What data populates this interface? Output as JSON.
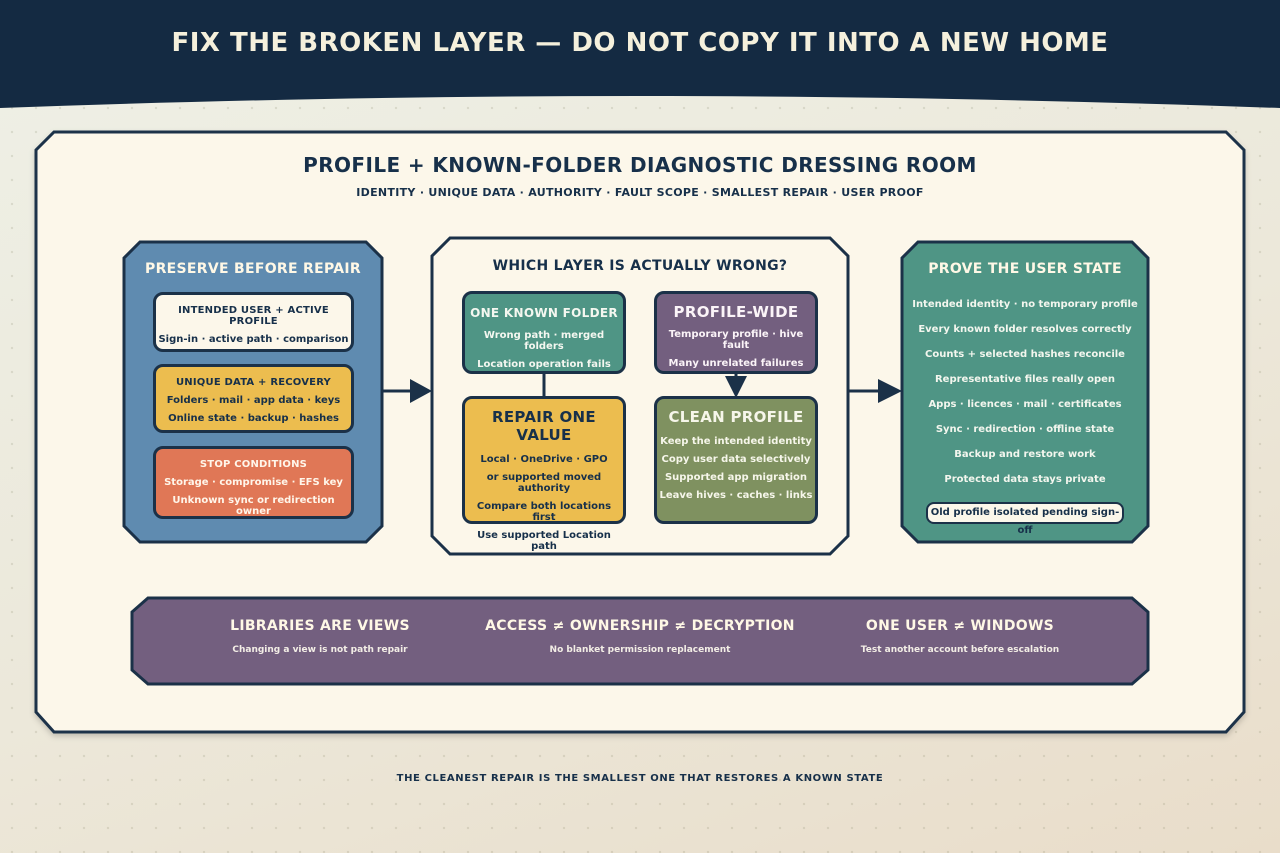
{
  "banner": {
    "title": "FIX THE BROKEN LAYER — DO NOT COPY IT INTO A NEW HOME"
  },
  "header": {
    "title": "PROFILE + KNOWN-FOLDER DIAGNOSTIC DRESSING ROOM",
    "subtitle": "IDENTITY · UNIQUE DATA · AUTHORITY · FAULT SCOPE · SMALLEST REPAIR · USER PROOF"
  },
  "left_panel": {
    "title": "PRESERVE BEFORE REPAIR",
    "boxes": [
      {
        "title": "INTENDED USER + ACTIVE PROFILE",
        "lines": [
          "Sign-in · active path · comparison"
        ]
      },
      {
        "title": "UNIQUE DATA + RECOVERY",
        "lines": [
          "Folders · mail · app data · keys",
          "Online state · backup · hashes"
        ]
      },
      {
        "title": "STOP CONDITIONS",
        "lines": [
          "Storage · compromise · EFS key",
          "Unknown sync or redirection owner"
        ]
      }
    ]
  },
  "middle_panel": {
    "title": "WHICH LAYER IS ACTUALLY WRONG?",
    "one_known_folder": {
      "title": "ONE KNOWN FOLDER",
      "lines": [
        "Wrong path · merged folders",
        "Location operation fails"
      ]
    },
    "profile_wide": {
      "title": "PROFILE-WIDE",
      "lines": [
        "Temporary profile · hive fault",
        "Many unrelated failures"
      ]
    },
    "repair_one_value": {
      "title": "REPAIR ONE VALUE",
      "lines": [
        "Local · OneDrive · GPO",
        "or supported moved authority",
        "Compare both locations first",
        "Use supported Location path"
      ]
    },
    "clean_profile": {
      "title": "CLEAN PROFILE",
      "lines": [
        "Keep the intended identity",
        "Copy user data selectively",
        "Supported app migration",
        "Leave hives · caches · links"
      ]
    }
  },
  "right_panel": {
    "title": "PROVE THE USER STATE",
    "lines": [
      "Intended identity · no temporary profile",
      "Every known folder resolves correctly",
      "Counts + selected hashes reconcile",
      "Representative files really open",
      "Apps · licences · mail · certificates",
      "Sync · redirection · offline state",
      "Backup and restore work",
      "Protected data stays private"
    ],
    "pill": "Old profile isolated pending sign-off"
  },
  "band": {
    "items": [
      {
        "title": "LIBRARIES ARE VIEWS",
        "sub": "Changing a view is not path repair"
      },
      {
        "title": "ACCESS ≠ OWNERSHIP ≠ DECRYPTION",
        "sub": "No blanket permission replacement"
      },
      {
        "title": "ONE USER ≠ WINDOWS",
        "sub": "Test another account before escalation"
      }
    ]
  },
  "footer": {
    "text": "THE CLEANEST REPAIR IS THE SMALLEST ONE THAT RESTORES A KNOWN STATE"
  },
  "colors": {
    "navy": "#142a42",
    "blue_panel": "#5f8bb0",
    "teal": "#4f9585",
    "purple": "#735f7f",
    "amber": "#ecbd4f",
    "orange": "#e07756",
    "olive": "#7f9160",
    "cream": "#fcf7ea"
  }
}
